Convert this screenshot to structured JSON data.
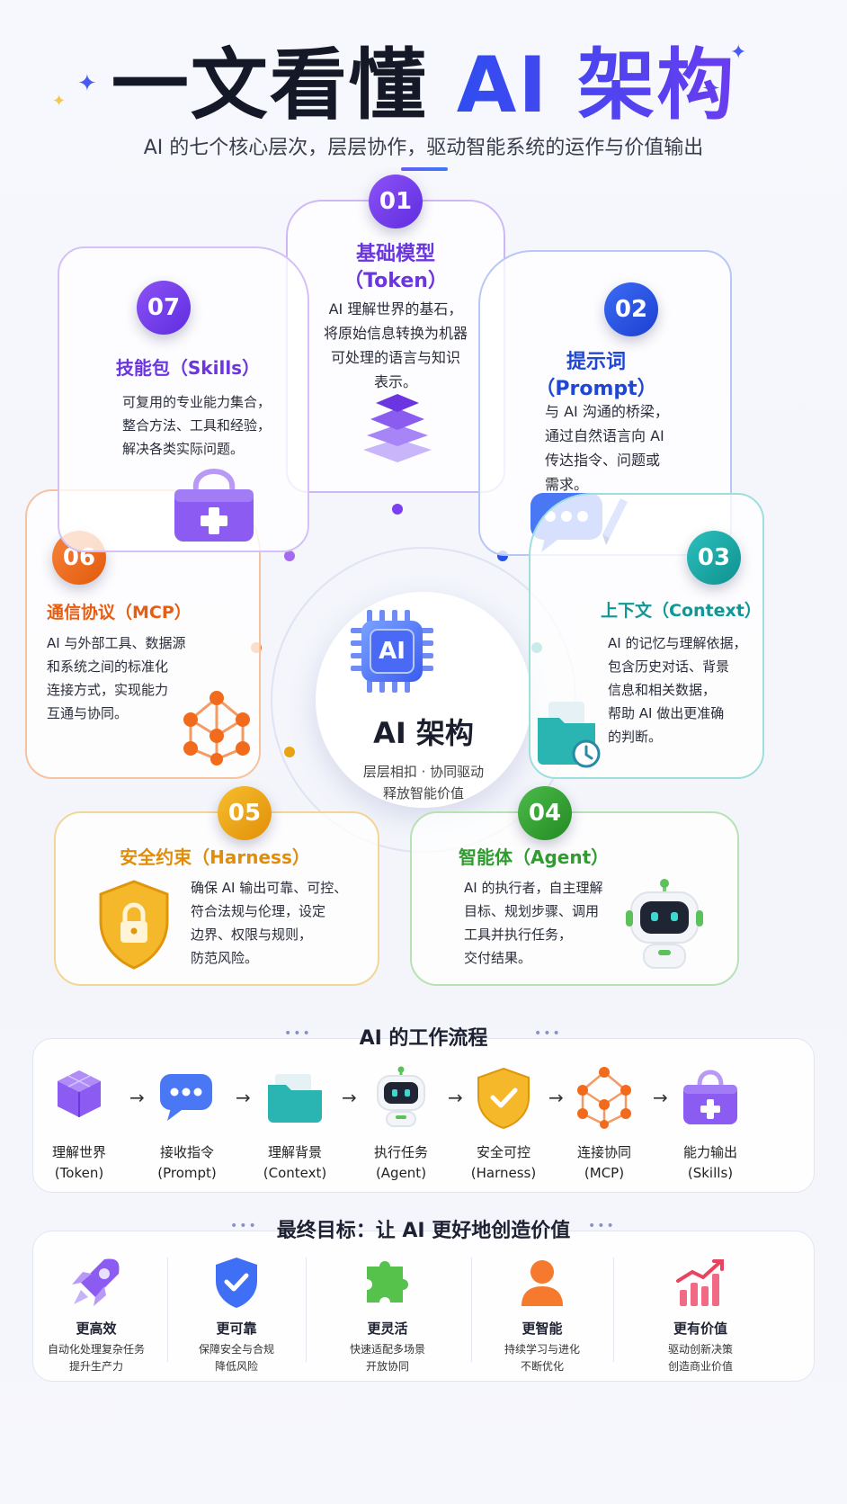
{
  "header": {
    "title_part1": "一文看懂 ",
    "title_part2": "AI 架构",
    "subtitle": "AI 的七个核心层次，层层协作，驱动智能系统的运作与价值输出"
  },
  "layers": [
    {
      "num": "01",
      "title": "基础模型",
      "title2": "（Token）",
      "desc": [
        "AI 理解世界的基石，",
        "将原始信息转换为机器",
        "可处理的语言与知识",
        "表示。"
      ],
      "color": "#7b3ff2",
      "icon": "layer-stack-icon"
    },
    {
      "num": "02",
      "title": "提示词",
      "title2": "（Prompt）",
      "desc": [
        "与 AI 沟通的桥梁，",
        "通过自然语言向 AI",
        "传达指令、问题或",
        "需求。"
      ],
      "color": "#2453e6",
      "icon": "chat-bubble-icon"
    },
    {
      "num": "03",
      "title": "上下文（Context）",
      "desc": [
        "AI 的记忆与理解依据，",
        "包含历史对话、背景",
        "信息和相关数据，",
        "帮助 AI 做出更准确",
        "的判断。"
      ],
      "color": "#16a7a5",
      "icon": "folder-clock-icon"
    },
    {
      "num": "04",
      "title": "智能体（Agent）",
      "desc": [
        "AI 的执行者，自主理解",
        "目标、规划步骤、调用",
        "工具并执行任务，",
        "交付结果。"
      ],
      "color": "#2f9c2f",
      "icon": "robot-icon"
    },
    {
      "num": "05",
      "title": "安全约束（Harness）",
      "desc": [
        "确保 AI 输出可靠、可控、",
        "符合法规与伦理，设定",
        "边界、权限与规则，",
        "防范风险。"
      ],
      "color": "#e9a312",
      "icon": "shield-lock-icon"
    },
    {
      "num": "06",
      "title": "通信协议（MCP）",
      "desc": [
        "AI 与外部工具、数据源",
        "和系统之间的标准化",
        "连接方式，实现能力",
        "互通与协同。"
      ],
      "color": "#ef6a18",
      "icon": "network-icon"
    },
    {
      "num": "07",
      "title": "技能包（Skills）",
      "desc": [
        "可复用的专业能力集合，",
        "整合方法、工具和经验，",
        "解决各类实际问题。"
      ],
      "color": "#7b3ff2",
      "icon": "toolbox-icon"
    }
  ],
  "hub": {
    "chip_label": "AI",
    "title": "AI 架构",
    "sub1": "层层相扣 · 协同驱动",
    "sub2": "释放智能价值"
  },
  "workflow": {
    "heading": "AI 的工作流程",
    "steps": [
      {
        "l1": "理解世界",
        "l2": "(Token)",
        "icon": "cube-cluster-icon"
      },
      {
        "l1": "接收指令",
        "l2": "(Prompt)",
        "icon": "chat-bubble-icon"
      },
      {
        "l1": "理解背景",
        "l2": "(Context)",
        "icon": "folder-icon"
      },
      {
        "l1": "执行任务",
        "l2": "(Agent)",
        "icon": "robot-icon"
      },
      {
        "l1": "安全可控",
        "l2": "(Harness)",
        "icon": "shield-check-icon"
      },
      {
        "l1": "连接协同",
        "l2": "(MCP)",
        "icon": "network-icon"
      },
      {
        "l1": "能力输出",
        "l2": "(Skills)",
        "icon": "toolbox-icon"
      }
    ]
  },
  "goals": {
    "heading": "最终目标：让 AI 更好地创造价值",
    "items": [
      {
        "title": "更高效",
        "d1": "自动化处理复杂任务",
        "d2": "提升生产力",
        "icon": "rocket-icon"
      },
      {
        "title": "更可靠",
        "d1": "保障安全与合规",
        "d2": "降低风险",
        "icon": "shield-check-icon"
      },
      {
        "title": "更灵活",
        "d1": "快速适配多场景",
        "d2": "开放协同",
        "icon": "puzzle-icon"
      },
      {
        "title": "更智能",
        "d1": "持续学习与进化",
        "d2": "不断优化",
        "icon": "person-icon"
      },
      {
        "title": "更有价值",
        "d1": "驱动创新决策",
        "d2": "创造商业价值",
        "icon": "growth-chart-icon"
      }
    ]
  }
}
